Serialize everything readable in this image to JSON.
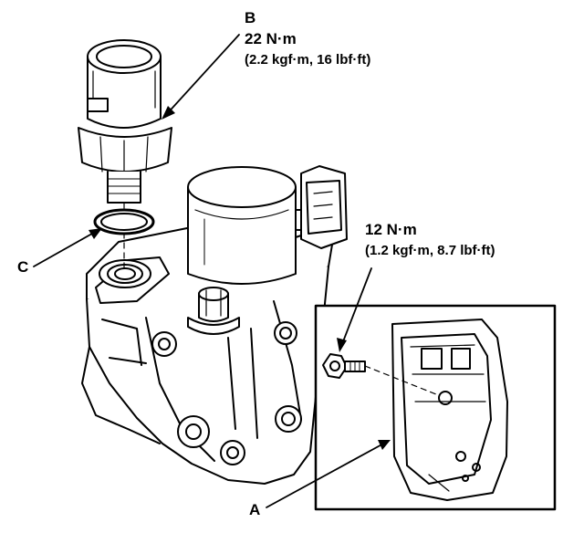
{
  "labels": {
    "A": "A",
    "B": "B",
    "C": "C"
  },
  "torque_b": {
    "nm": "22 N·m",
    "alt": "(2.2 kgf·m, 16 lbf·ft)"
  },
  "torque_bolt": {
    "nm": "12 N·m",
    "alt": "(1.2 kgf·m, 8.7 lbf·ft)"
  },
  "colors": {
    "ink": "#000000",
    "paper": "#ffffff"
  }
}
